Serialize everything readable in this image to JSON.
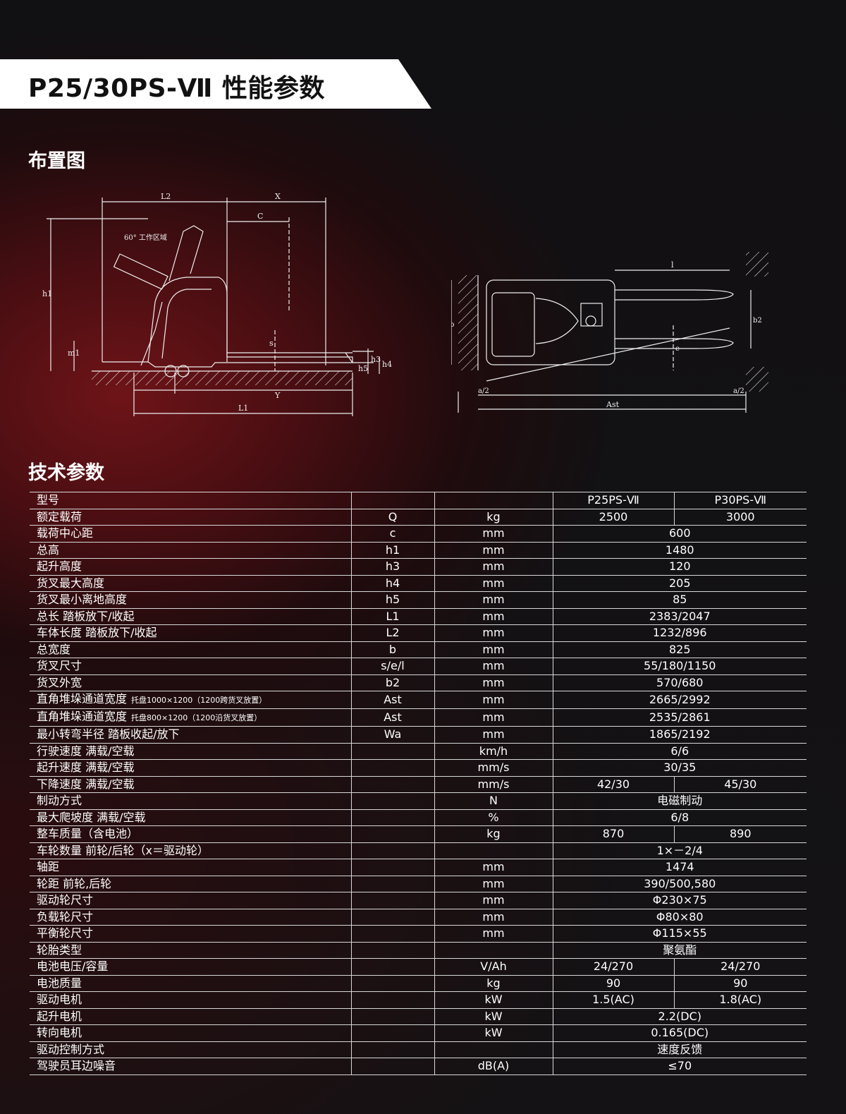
{
  "page": {
    "title": "P25/30PS-Ⅶ 性能参数",
    "section_layout": "布置图",
    "section_specs": "技术参数"
  },
  "diagram_labels": {
    "side": {
      "L2": "L2",
      "X": "X",
      "C": "C",
      "h1": "h1",
      "m1": "m1",
      "h3": "h3",
      "h4": "h4",
      "h5": "h5",
      "Y": "Y",
      "L1": "L1",
      "s": "s",
      "angle": "60° 工作区域"
    },
    "top": {
      "l": "l",
      "b": "b",
      "b2": "b2",
      "e": "e",
      "a2_left": "a/2",
      "a2_right": "a/2",
      "Ast": "Ast"
    }
  },
  "table": {
    "rows": [
      {
        "name": "型号",
        "sym": "",
        "unit": "",
        "v1": "P25PS-Ⅶ",
        "v2": "P30PS-Ⅶ"
      },
      {
        "name": "额定载荷",
        "sym": "Q",
        "unit": "kg",
        "v1": "2500",
        "v2": "3000"
      },
      {
        "name": "载荷中心距",
        "sym": "c",
        "unit": "mm",
        "v": "600"
      },
      {
        "name": "总高",
        "sym": "h1",
        "unit": "mm",
        "v": "1480"
      },
      {
        "name": "起升高度",
        "sym": "h3",
        "unit": "mm",
        "v": "120"
      },
      {
        "name": "货叉最大高度",
        "sym": "h4",
        "unit": "mm",
        "v": "205"
      },
      {
        "name": "货叉最小离地高度",
        "sym": "h5",
        "unit": "mm",
        "v": "85"
      },
      {
        "name": "总长 踏板放下/收起",
        "sym": "L1",
        "unit": "mm",
        "v": "2383/2047"
      },
      {
        "name": "车体长度 踏板放下/收起",
        "sym": "L2",
        "unit": "mm",
        "v": "1232/896"
      },
      {
        "name": "总宽度",
        "sym": "b",
        "unit": "mm",
        "v": "825"
      },
      {
        "name": "货叉尺寸",
        "sym": "s/e/l",
        "unit": "mm",
        "v": "55/180/1150"
      },
      {
        "name": "货叉外宽",
        "sym": "b2",
        "unit": "mm",
        "v": "570/680"
      },
      {
        "name": "直角堆垛通道宽度",
        "note": "托盘1000×1200（1200跨货叉放置）",
        "sym": "Ast",
        "unit": "mm",
        "v": "2665/2992"
      },
      {
        "name": "直角堆垛通道宽度",
        "note": "托盘800×1200（1200沿货叉放置）",
        "sym": "Ast",
        "unit": "mm",
        "v": "2535/2861"
      },
      {
        "name": "最小转弯半径 踏板收起/放下",
        "sym": "Wa",
        "unit": "mm",
        "v": "1865/2192"
      },
      {
        "name": "行驶速度 满载/空载",
        "sym": "",
        "unit": "km/h",
        "v": "6/6"
      },
      {
        "name": "起升速度 满载/空载",
        "sym": "",
        "unit": "mm/s",
        "v": "30/35"
      },
      {
        "name": "下降速度 满载/空载",
        "sym": "",
        "unit": "mm/s",
        "v1": "42/30",
        "v2": "45/30"
      },
      {
        "name": "制动方式",
        "sym": "",
        "unit": "N",
        "v": "电磁制动"
      },
      {
        "name": "最大爬坡度 满载/空载",
        "sym": "",
        "unit": "%",
        "v": "6/8"
      },
      {
        "name": "整车质量（含电池）",
        "sym": "",
        "unit": "kg",
        "v1": "870",
        "v2": "890"
      },
      {
        "name": "车轮数量 前轮/后轮（x＝驱动轮）",
        "sym": "",
        "unit": "",
        "v": "1×－2/4"
      },
      {
        "name": "轴距",
        "sym": "",
        "unit": "mm",
        "v": "1474"
      },
      {
        "name": "轮距 前轮,后轮",
        "sym": "",
        "unit": "mm",
        "v": "390/500,580"
      },
      {
        "name": "驱动轮尺寸",
        "sym": "",
        "unit": "mm",
        "v": "Φ230×75"
      },
      {
        "name": "负载轮尺寸",
        "sym": "",
        "unit": "mm",
        "v": "Φ80×80"
      },
      {
        "name": "平衡轮尺寸",
        "sym": "",
        "unit": "mm",
        "v": "Φ115×55"
      },
      {
        "name": "轮胎类型",
        "sym": "",
        "unit": "",
        "v": "聚氨酯"
      },
      {
        "name": "电池电压/容量",
        "sym": "",
        "unit": "V/Ah",
        "v1": "24/270",
        "v2": "24/270"
      },
      {
        "name": "电池质量",
        "sym": "",
        "unit": "kg",
        "v1": "90",
        "v2": "90"
      },
      {
        "name": "驱动电机",
        "sym": "",
        "unit": "kW",
        "v1": "1.5(AC)",
        "v2": "1.8(AC)"
      },
      {
        "name": "起升电机",
        "sym": "",
        "unit": "kW",
        "v": "2.2(DC)"
      },
      {
        "name": "转向电机",
        "sym": "",
        "unit": "kW",
        "v": "0.165(DC)"
      },
      {
        "name": "驱动控制方式",
        "sym": "",
        "unit": "",
        "v": "速度反馈"
      },
      {
        "name": "驾驶员耳边噪音",
        "sym": "",
        "unit": "dB(A)",
        "v": "≤70"
      }
    ]
  }
}
